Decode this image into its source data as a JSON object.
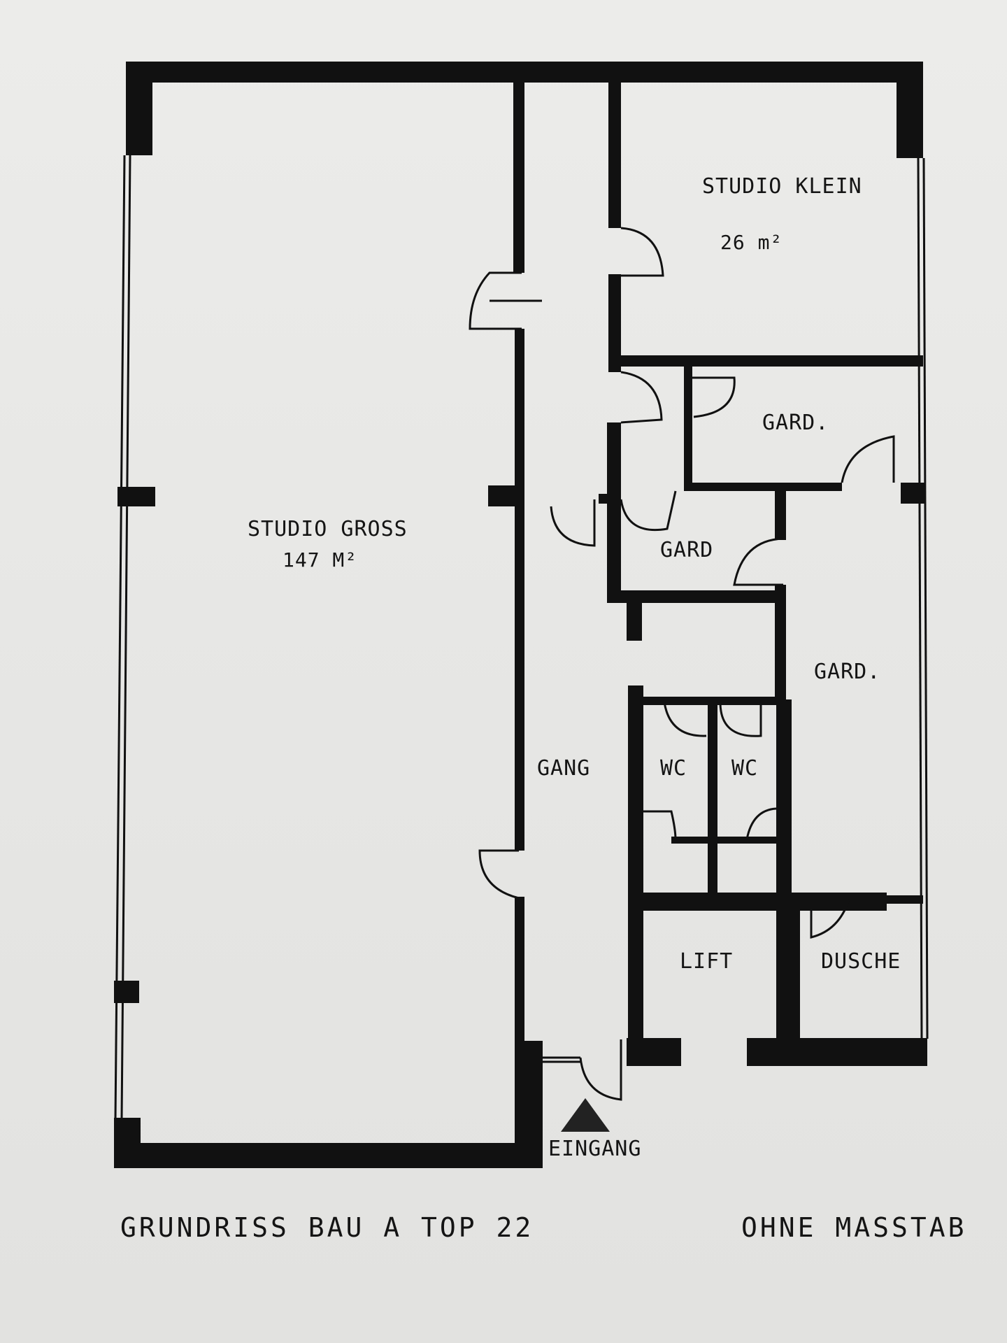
{
  "plan": {
    "rooms": {
      "studio_gross": {
        "name": "STUDIO GROSS",
        "area": "147 M²"
      },
      "studio_klein": {
        "name": "STUDIO KLEIN",
        "area": "26 m²"
      },
      "gard_upper": {
        "name": "GARD."
      },
      "gard_middle": {
        "name": "GARD"
      },
      "gard_right": {
        "name": "GARD."
      },
      "gang": {
        "name": "GANG"
      },
      "wc_left": {
        "name": "WC"
      },
      "wc_right": {
        "name": "WC"
      },
      "lift": {
        "name": "LIFT"
      },
      "dusche": {
        "name": "DUSCHE"
      }
    },
    "entrance": {
      "label": "EINGANG"
    },
    "caption_left": "GRUNDRISS BAU A TOP 22",
    "caption_right": "OHNE MASSTAB",
    "colors": {
      "ink": "#111111",
      "paper": "#e9e9e7"
    }
  }
}
